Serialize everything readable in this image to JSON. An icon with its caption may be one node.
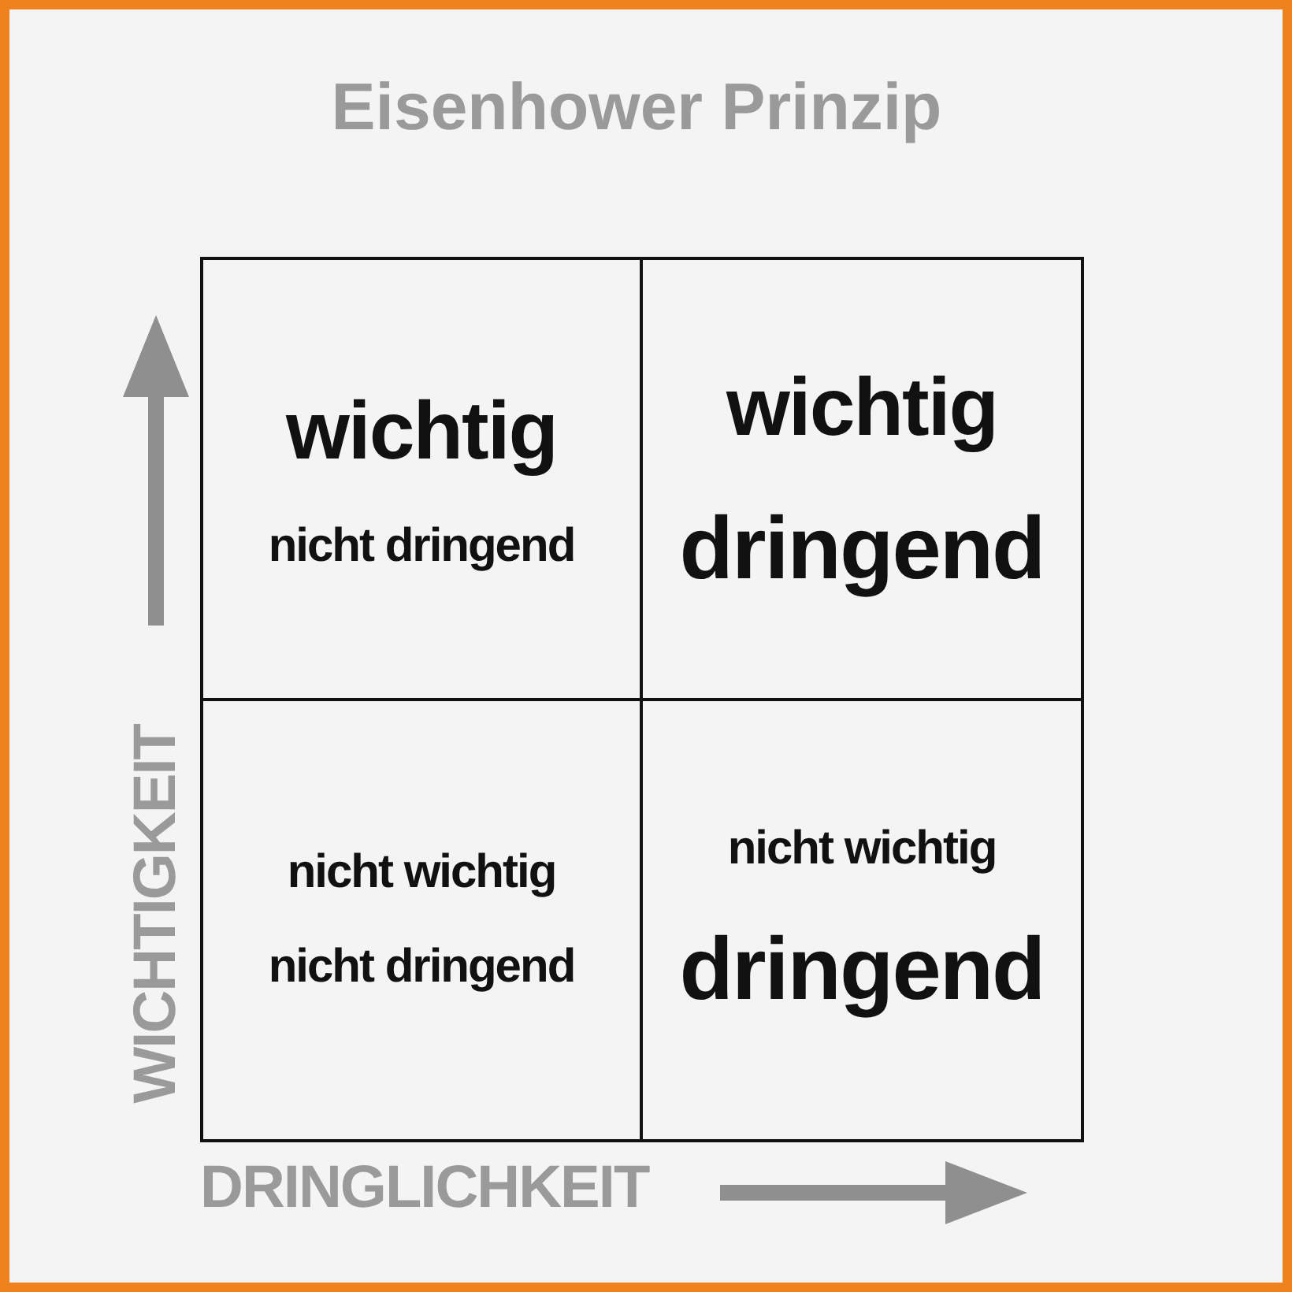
{
  "diagram": {
    "title": "Eisenhower Prinzip",
    "nodes": [
      {
        "text": [
          "wichtig",
          "nicht dringend"
        ]
      },
      {
        "text": [
          "wichtig",
          "dringend"
        ]
      },
      {
        "text": [
          "nicht wichtig",
          "nicht dringend"
        ]
      },
      {
        "text": [
          "nicht wichtig",
          "dringend"
        ]
      }
    ],
    "labels": [
      "WICHTIGKEIT",
      "DRINGLICHKEIT"
    ]
  }
}
